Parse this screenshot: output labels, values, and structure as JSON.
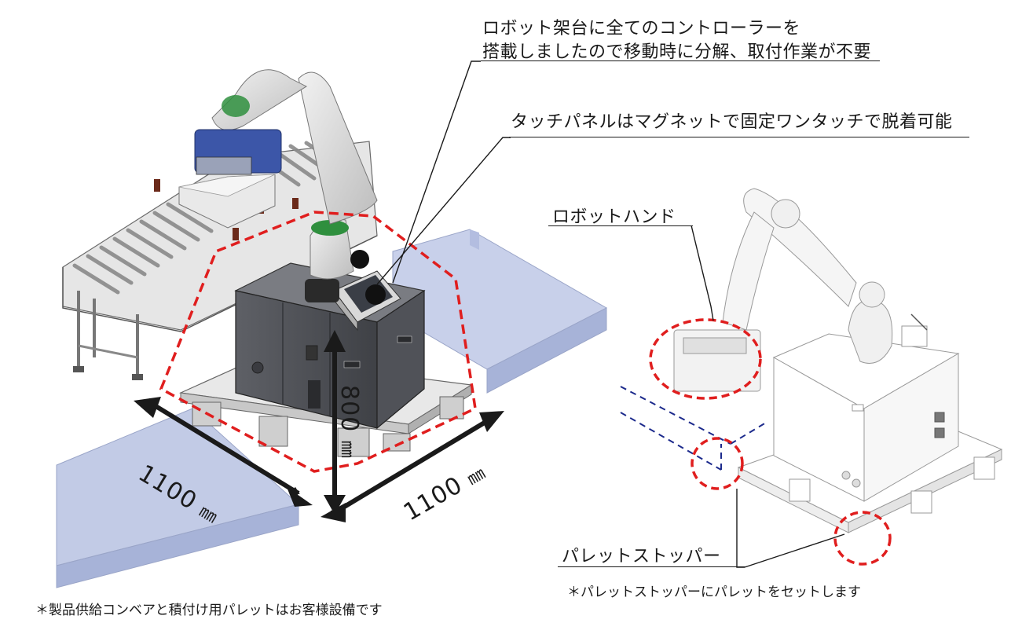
{
  "callouts": {
    "controller_line1": "ロボット架台に全てのコントローラーを",
    "controller_line2": "搭載しましたので移動時に分解、取付作業が不要",
    "touch_panel": "タッチパネルはマグネットで固定ワンタッチで脱着可能",
    "robot_hand": "ロボットハンド",
    "pallet_stopper": "パレットストッパー"
  },
  "notes": {
    "left": "＊製品供給コンベアと積付け用パレットはお客様設備です",
    "right": "＊パレットストッパーにパレットをセットします"
  },
  "dimensions": {
    "width_left_value": "1100",
    "width_right_value": "1100",
    "height_value": "800",
    "unit": "㎜"
  },
  "colors": {
    "highlight_dash": "#e01e1e",
    "pallet_fill": "#aab6dc",
    "stopper_line": "#1c2a8c",
    "arrow": "#1a1a1a"
  }
}
